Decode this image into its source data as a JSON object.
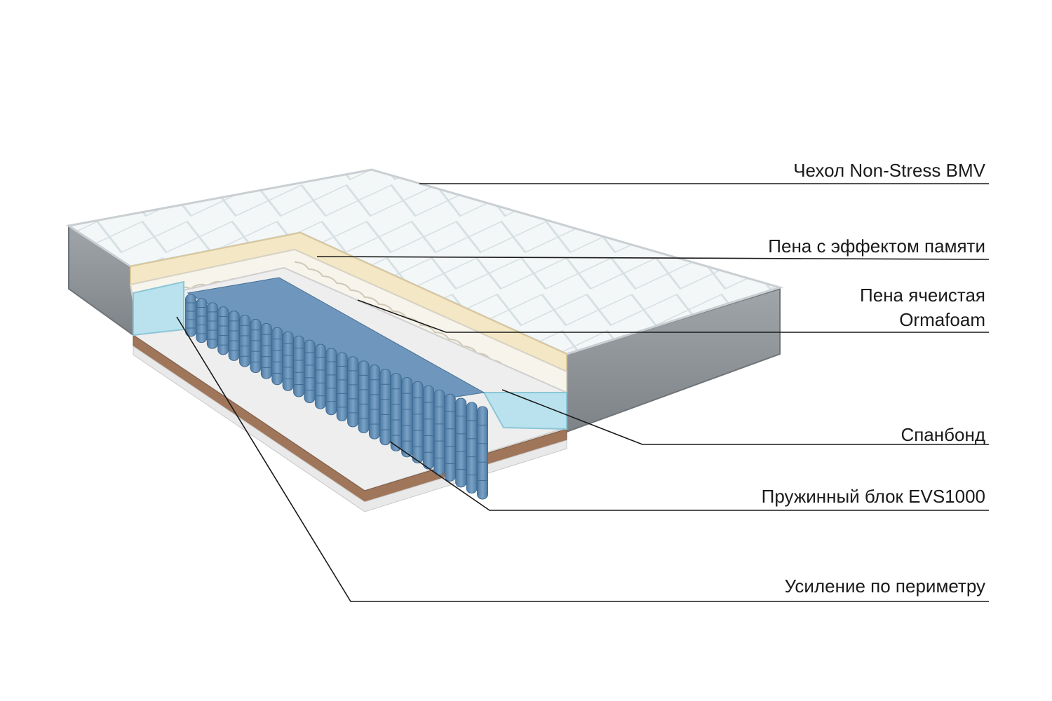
{
  "labels": {
    "cover": "Чехол Non-Stress BMV",
    "memory_foam": "Пена с эффектом памяти",
    "cellular_foam_line1": "Пена ячеистая",
    "cellular_foam_line2": "Ormafoam",
    "spunbond": "Спанбонд",
    "spring_block": "Пружинный блок EVS1000",
    "perimeter": "Усиление по периметру"
  },
  "colors": {
    "cover_top": "#f2f6f7",
    "side_fabric": "#8a8f93",
    "memory_foam": "#f3e7c6",
    "cellular_foam": "#f7f4ec",
    "springs": "#5b86ad",
    "perimeter_foam": "#b9e2ee",
    "coir": "#a0765a",
    "leader_line": "#1a1a1a"
  }
}
